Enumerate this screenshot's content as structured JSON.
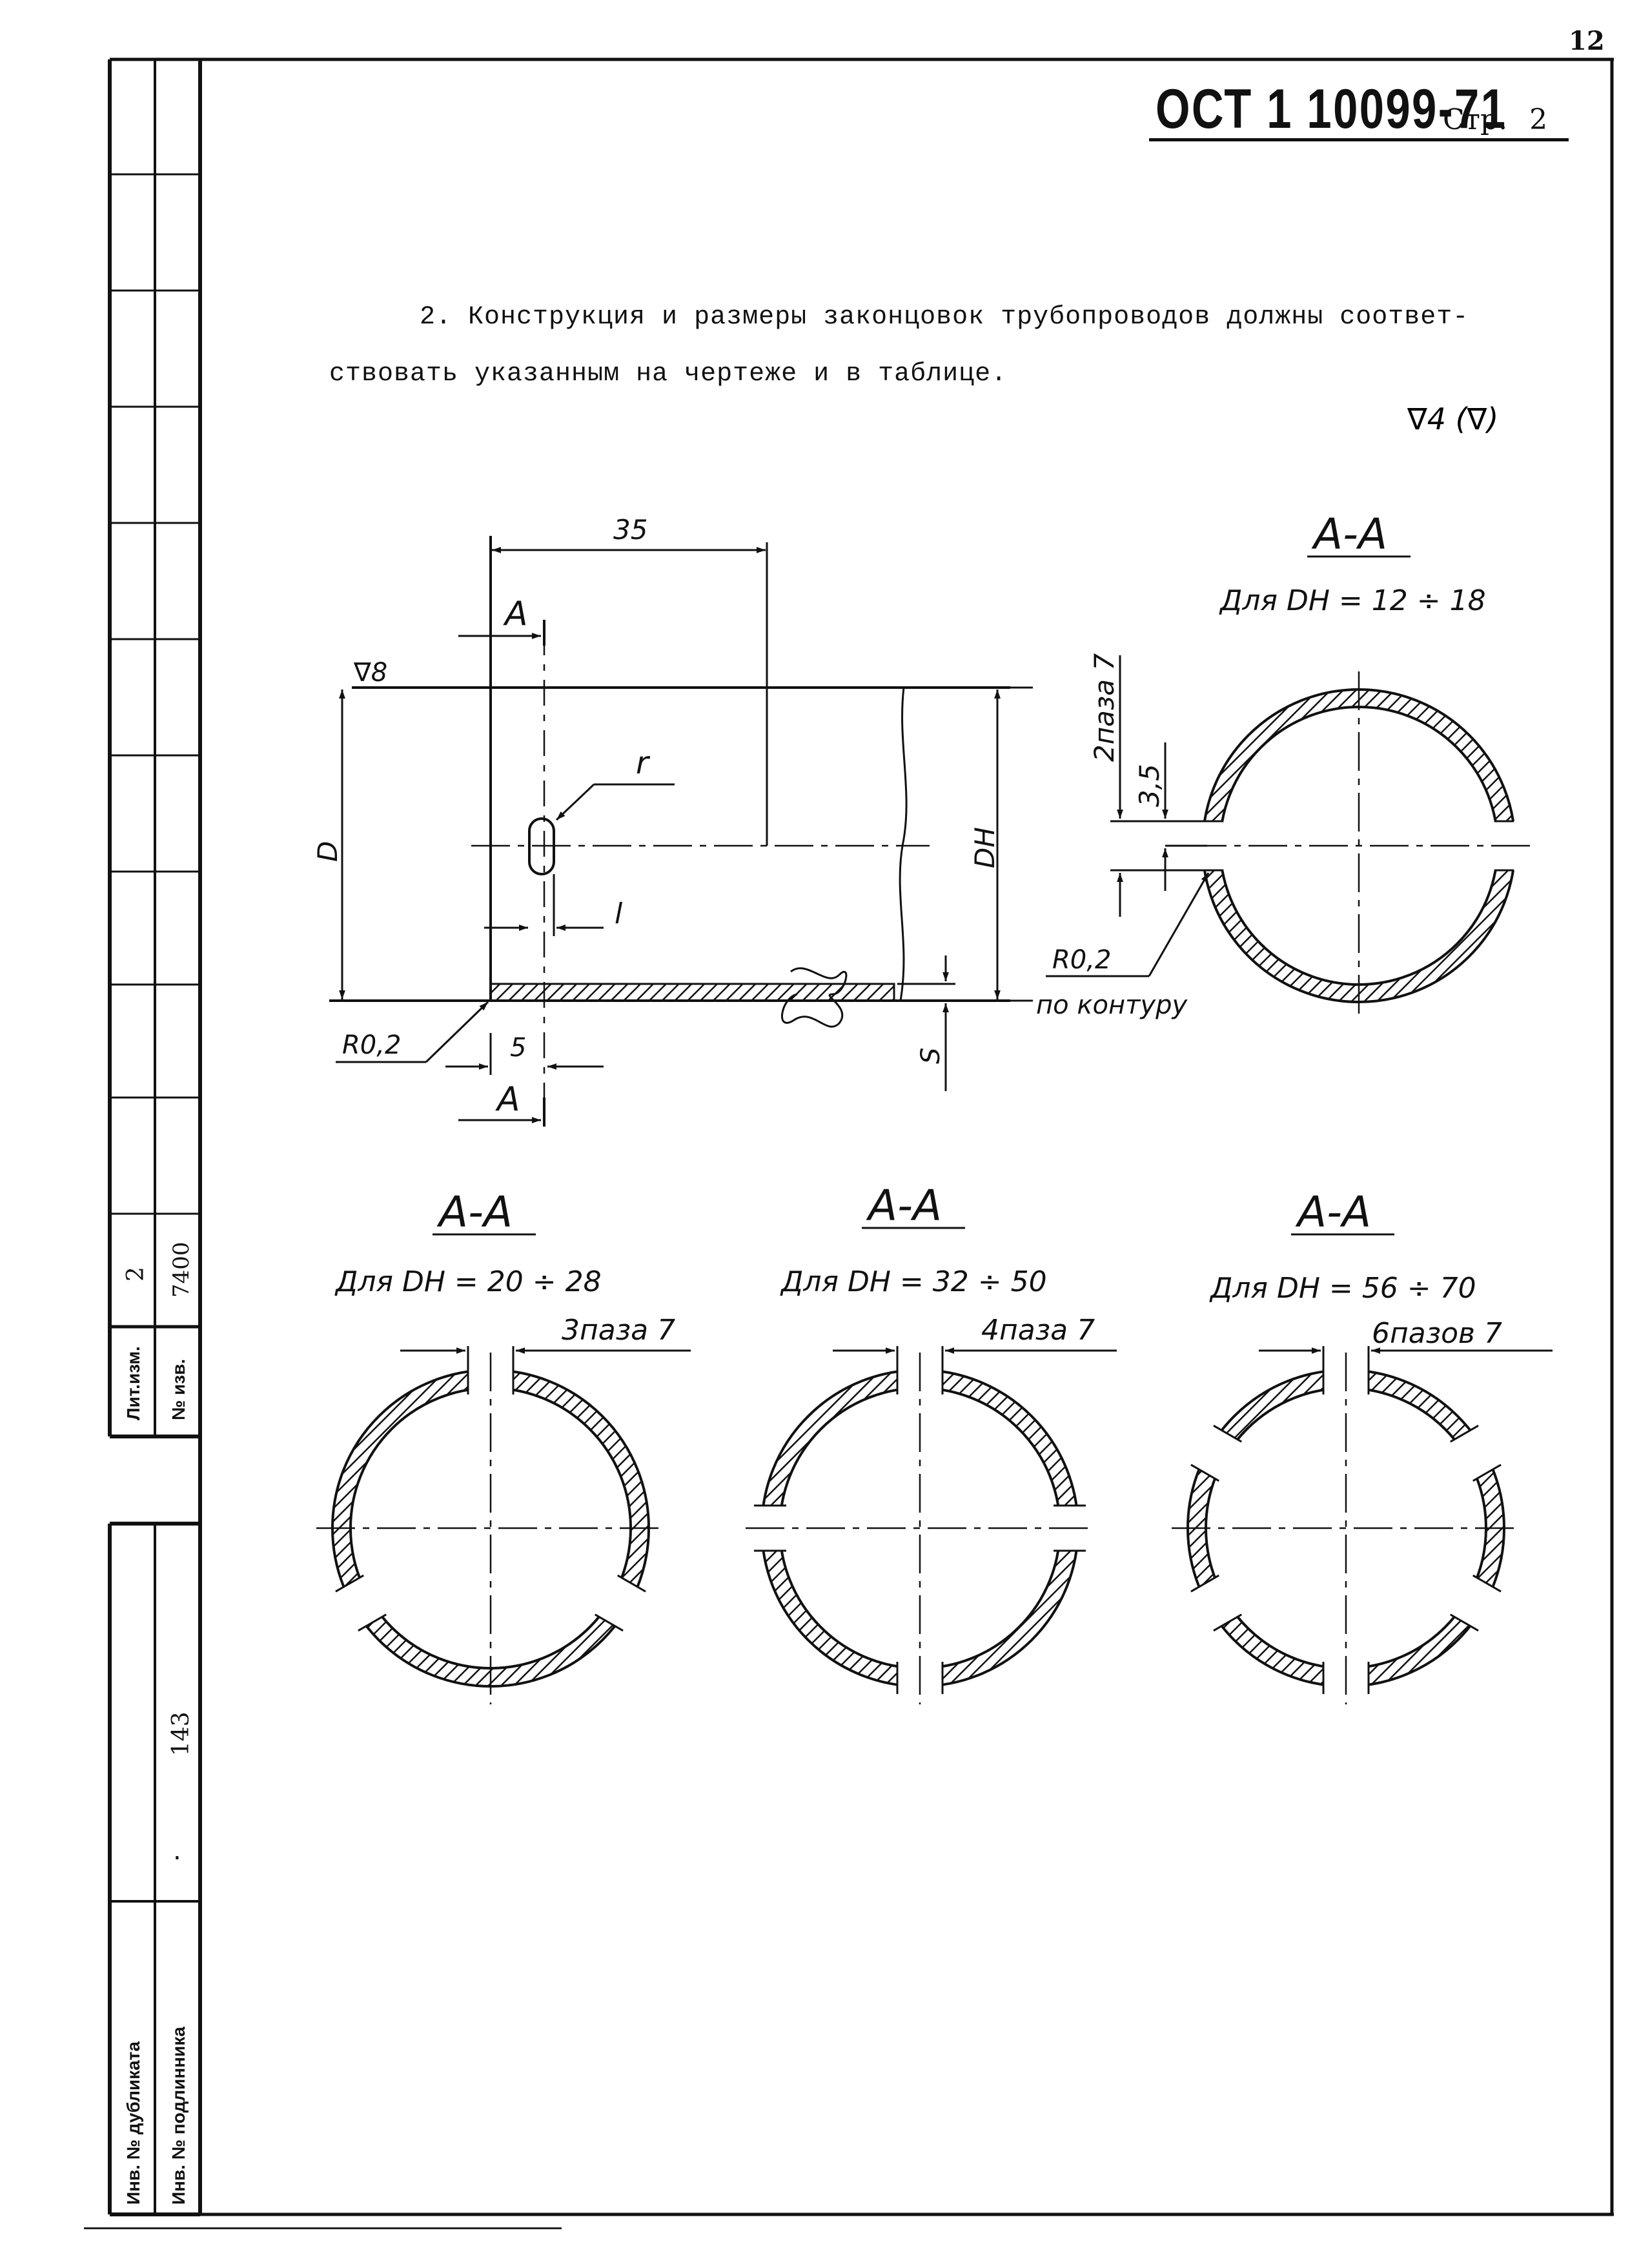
{
  "page": {
    "sheet_number": "12",
    "doc_code": "ОСТ 1 10099-71",
    "page_label": "Стр.",
    "page_number": "2"
  },
  "text": {
    "line1": "2. Конструкция и размеры законцовок трубопроводов должны соответ-",
    "line2": "ствовать указанным на чертеже и в таблице."
  },
  "roughness": {
    "general": "∇4 (∇)",
    "tube_surface": "∇8"
  },
  "side_view": {
    "dim_35": "35",
    "section_a_top": "А",
    "section_a_bottom": "А",
    "label_D": "D",
    "label_DH": "DН",
    "label_r": "r",
    "label_l": "l",
    "label_R02": "R0,2",
    "dim_5": "5",
    "label_S": "S"
  },
  "section_1": {
    "title": "А-А",
    "subtitle": "Для DН = 12 ÷ 18",
    "slots": "2паза 7",
    "dim_35": "3,5",
    "r_note": "R0,2",
    "r_note2": "по контуру"
  },
  "sections": [
    {
      "title": "А-А",
      "subtitle": "Для DН = 20 ÷ 28",
      "slots": "3паза 7"
    },
    {
      "title": "А-А",
      "subtitle": "Для DН = 32 ÷ 50",
      "slots": "4паза 7"
    },
    {
      "title": "А-А",
      "subtitle": "Для DН = 56 ÷ 70",
      "slots": "6пазов 7"
    }
  ],
  "stamp": {
    "rev_label": "Лит.изм.",
    "rev_value": "2",
    "notice_label": "№ изв.",
    "notice_value": "7400",
    "dup_label": "Инв. № дубликата",
    "orig_label": "Инв. № подлинника",
    "orig_value": "143",
    "dup_value": "."
  }
}
